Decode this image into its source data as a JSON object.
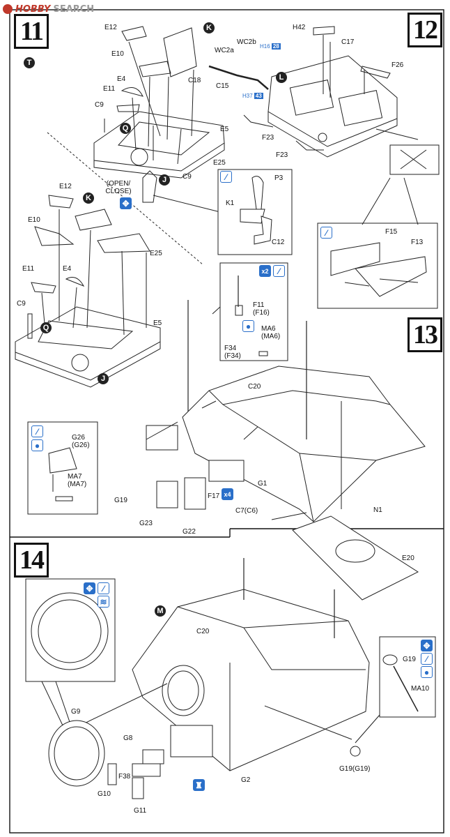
{
  "watermark": {
    "brand": "HOBBY",
    "suffix": "SEARCH"
  },
  "steps": {
    "s11": "11",
    "s12": "12",
    "s13": "13",
    "s14": "14"
  },
  "markers": {
    "T": "T",
    "K1": "K",
    "K2": "K",
    "Q1": "Q",
    "Q2": "Q",
    "J1": "J",
    "J2": "J",
    "L": "L",
    "M": "M"
  },
  "labels": {
    "E12a": "E12",
    "E10a": "E10",
    "E4a": "E4",
    "E11a": "E11",
    "C9a": "C9",
    "C9b": "C9",
    "C18": "C18",
    "WC2a": "WC2a",
    "WC2b": "WC2b",
    "C15": "C15",
    "E5a": "E5",
    "E25a": "E25",
    "open_close": "(OPEN/ CLOSE)",
    "P3": "P3",
    "K1": "K1",
    "C12": "C12",
    "E12b": "E12",
    "E10b": "E10",
    "E25b": "E25",
    "E11b": "E11",
    "E4b": "E4",
    "C9c": "C9",
    "E5b": "E5",
    "H42": "H42",
    "C17": "C17",
    "F26": "F26",
    "F23a": "F23",
    "F23b": "F23",
    "F15": "F15",
    "F13": "F13",
    "F11": "F11\n(F16)",
    "MA6": "MA6\n(MA6)",
    "F34": "F34\n(F34)",
    "C20a": "C20",
    "G26": "G26\n(G26)",
    "MA7": "MA7\n(MA7)",
    "G19a": "G19",
    "G23": "G23",
    "G22": "G22",
    "F17": "F17",
    "G1": "G1",
    "C7": "C7(C6)",
    "N1": "N1",
    "E20": "E20",
    "C20b": "C20",
    "G9": "G9",
    "G8": "G8",
    "F38": "F38",
    "G10": "G10",
    "G11": "G11",
    "G2": "G2",
    "G19b": "G19",
    "MA10": "MA10",
    "G19c": "G19(G19)"
  },
  "tags": {
    "t1": {
      "pre": "H",
      "n1": "16",
      "n2": "28"
    },
    "t2": {
      "pre": "H",
      "n1": "37",
      "n2": "43"
    }
  },
  "multipliers": {
    "x2": "x2",
    "x4": "x4"
  },
  "icons": [
    "glue-icon",
    "movable-icon",
    "paint-drop-icon",
    "decal-icon",
    "texture-icon"
  ]
}
